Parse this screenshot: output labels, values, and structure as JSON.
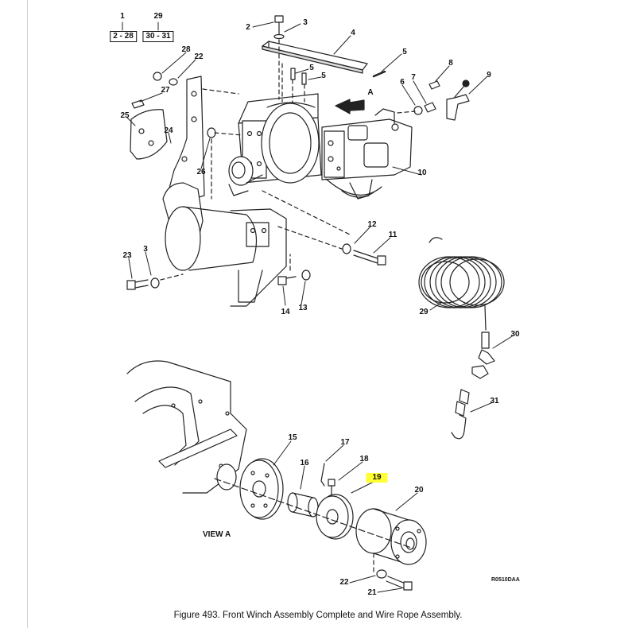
{
  "callouts": [
    {
      "id": "c1",
      "text": "1"
    },
    {
      "id": "c29top",
      "text": "29"
    },
    {
      "id": "c2",
      "text": "2"
    },
    {
      "id": "c3a",
      "text": "3"
    },
    {
      "id": "c4",
      "text": "4"
    },
    {
      "id": "c5a",
      "text": "5"
    },
    {
      "id": "c5b",
      "text": "5"
    },
    {
      "id": "c5c",
      "text": "5"
    },
    {
      "id": "c8",
      "text": "8"
    },
    {
      "id": "c9",
      "text": "9"
    },
    {
      "id": "c7",
      "text": "7"
    },
    {
      "id": "c6",
      "text": "6"
    },
    {
      "id": "cA",
      "text": "A"
    },
    {
      "id": "c28",
      "text": "28"
    },
    {
      "id": "c22a",
      "text": "22"
    },
    {
      "id": "c27",
      "text": "27"
    },
    {
      "id": "c25",
      "text": "25"
    },
    {
      "id": "c24",
      "text": "24"
    },
    {
      "id": "c26",
      "text": "26"
    },
    {
      "id": "c10",
      "text": "10"
    },
    {
      "id": "c12",
      "text": "12"
    },
    {
      "id": "c11",
      "text": "11"
    },
    {
      "id": "c23",
      "text": "23"
    },
    {
      "id": "c3b",
      "text": "3"
    },
    {
      "id": "c14",
      "text": "14"
    },
    {
      "id": "c13",
      "text": "13"
    },
    {
      "id": "c29",
      "text": "29"
    },
    {
      "id": "c30",
      "text": "30"
    },
    {
      "id": "c31",
      "text": "31"
    },
    {
      "id": "c15",
      "text": "15"
    },
    {
      "id": "c17",
      "text": "17"
    },
    {
      "id": "c16",
      "text": "16"
    },
    {
      "id": "c18",
      "text": "18"
    },
    {
      "id": "c19",
      "text": "19"
    },
    {
      "id": "c20",
      "text": "20"
    },
    {
      "id": "c22b",
      "text": "22"
    },
    {
      "id": "c21",
      "text": "21"
    }
  ],
  "boxed_ranges": [
    {
      "id": "r1",
      "text": "2 - 28"
    },
    {
      "id": "r2",
      "text": "30 - 31"
    }
  ],
  "view_label": "VIEW A",
  "drawing_code": "R0510DAA",
  "caption": "Figure  493.   Front Winch Assembly Complete and Wire Rope Assembly."
}
